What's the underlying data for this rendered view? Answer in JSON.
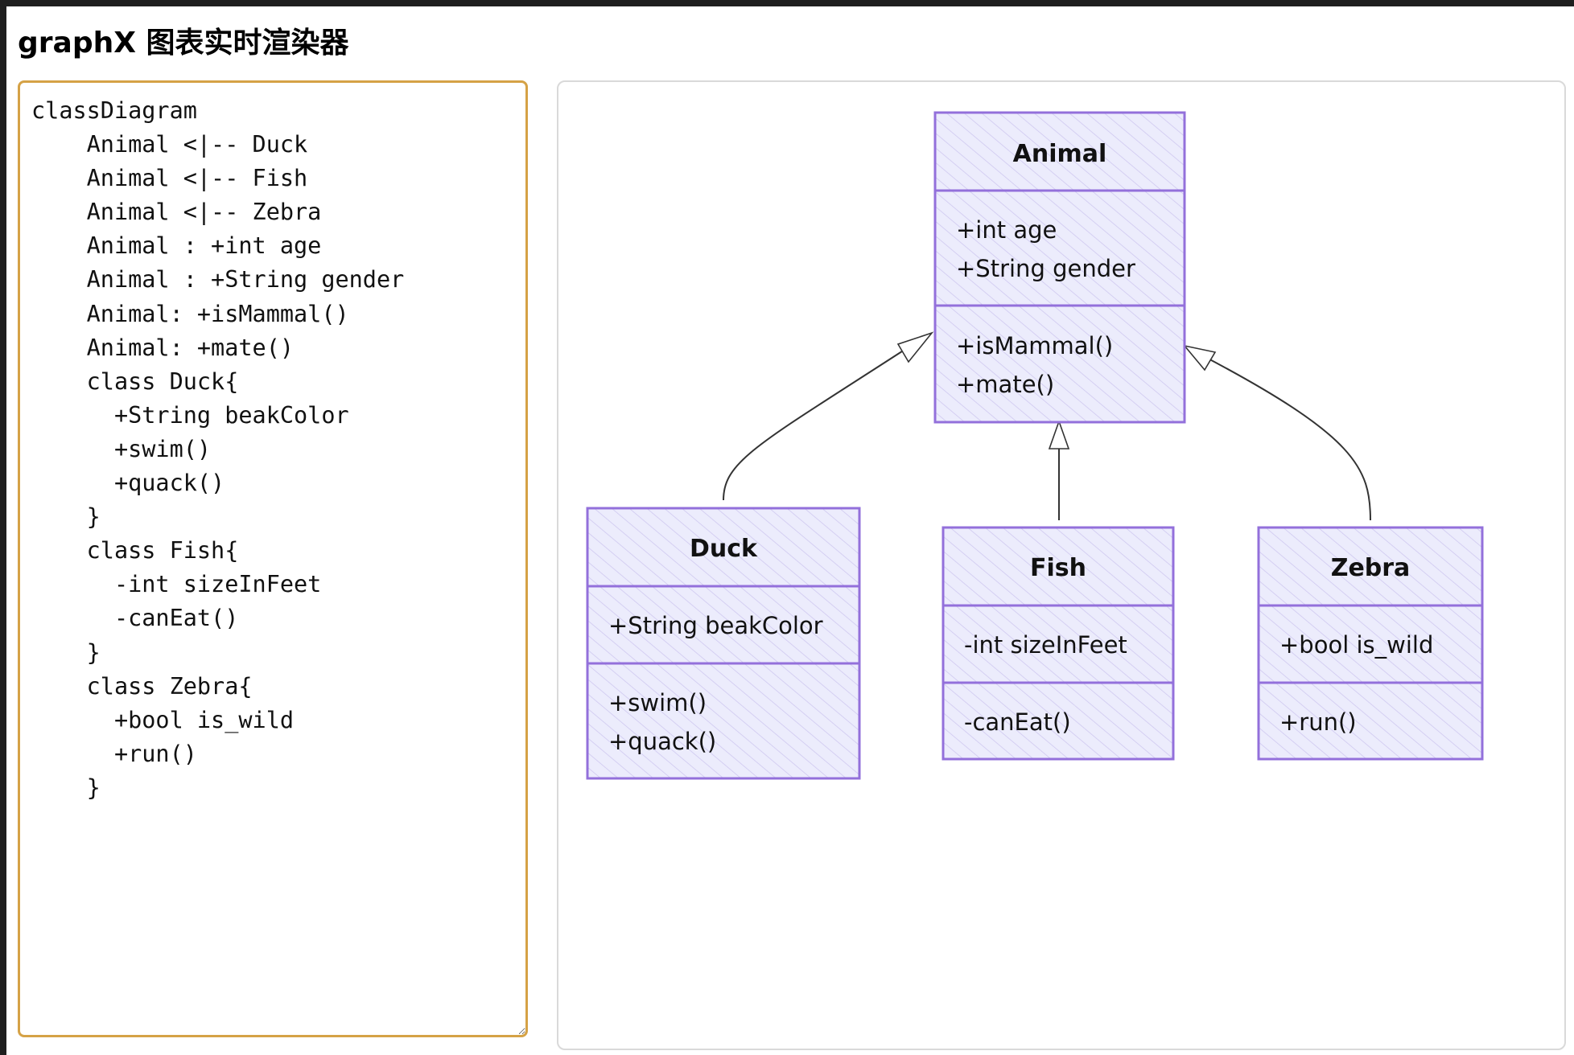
{
  "app": {
    "title": "graphX 图表实时渲染器"
  },
  "editor": {
    "source": "classDiagram\n    Animal <|-- Duck\n    Animal <|-- Fish\n    Animal <|-- Zebra\n    Animal : +int age\n    Animal : +String gender\n    Animal: +isMammal()\n    Animal: +mate()\n    class Duck{\n      +String beakColor\n      +swim()\n      +quack()\n    }\n    class Fish{\n      -int sizeInFeet\n      -canEat()\n    }\n    class Zebra{\n      +bool is_wild\n      +run()\n    }"
  },
  "diagram": {
    "colors": {
      "box_fill": "#ececfc",
      "box_stroke": "#9370db",
      "hatch": "#c9c2ee",
      "edge": "#333333"
    },
    "classes": {
      "animal": {
        "name": "Animal",
        "attributes": [
          "+int age",
          "+String gender"
        ],
        "methods": [
          "+isMammal()",
          "+mate()"
        ]
      },
      "duck": {
        "name": "Duck",
        "attributes": [
          "+String beakColor"
        ],
        "methods": [
          "+swim()",
          "+quack()"
        ]
      },
      "fish": {
        "name": "Fish",
        "attributes": [
          "-int sizeInFeet"
        ],
        "methods": [
          "-canEat()"
        ]
      },
      "zebra": {
        "name": "Zebra",
        "attributes": [
          "+bool is_wild"
        ],
        "methods": [
          "+run()"
        ]
      }
    },
    "relations": [
      {
        "from": "Duck",
        "to": "Animal",
        "type": "inheritance"
      },
      {
        "from": "Fish",
        "to": "Animal",
        "type": "inheritance"
      },
      {
        "from": "Zebra",
        "to": "Animal",
        "type": "inheritance"
      }
    ]
  }
}
